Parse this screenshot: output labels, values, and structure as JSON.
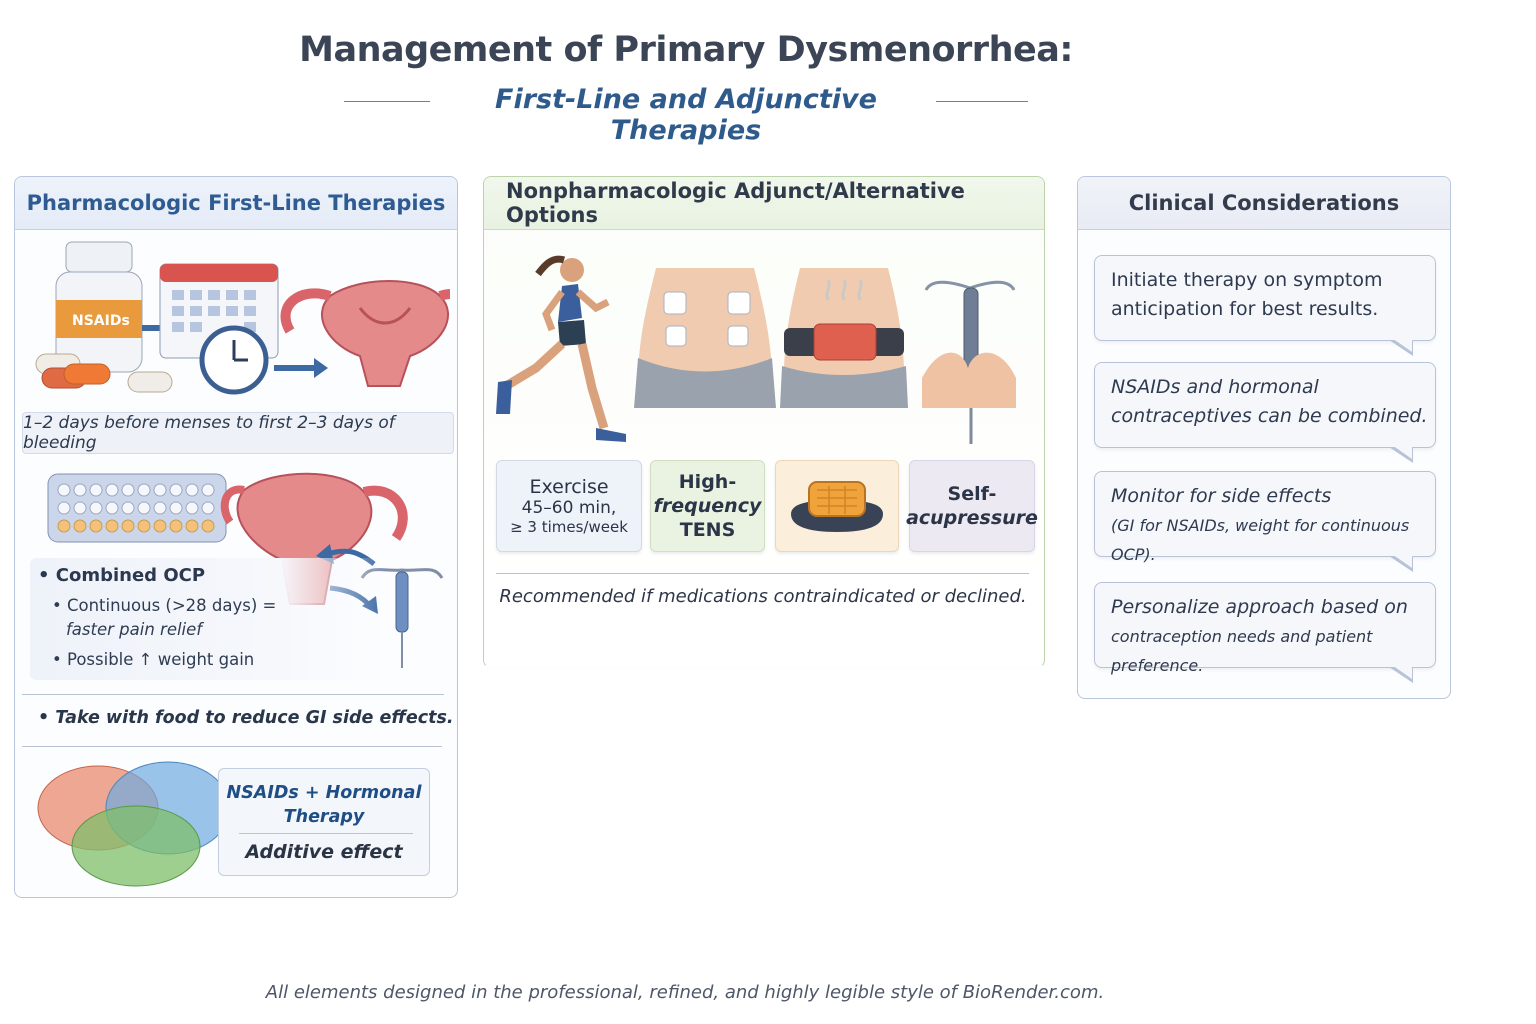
{
  "header": {
    "title": "Management of Primary Dysmenorrhea:",
    "subtitle": "First-Line and Adjunctive Therapies"
  },
  "pharmacologic": {
    "heading": "Pharmacologic First-Line Therapies",
    "bottle_label": "NSAIDs",
    "timing": "1–2 days before menses to first 2–3 days of bleeding",
    "ocp_heading": "• Combined OCP",
    "ocp_points": [
      "• Continuous (>28 days) =",
      "faster pain relief",
      "• Possible ↑ weight gain"
    ],
    "food_note": "• Take with food to reduce GI side effects.",
    "combo_title": "NSAIDs + Hormonal Therapy",
    "combo_effect": "Additive effect"
  },
  "nonpharmacologic": {
    "heading": "Nonpharmacologic Adjunct/Alternative Options",
    "options": [
      {
        "line1": "Exercise",
        "line2": "45–60 min,",
        "line3": "≥ 3 times/week"
      },
      {
        "line1": "High-",
        "line2": "frequency",
        "line3": "TENS"
      },
      {
        "line1": "Self-",
        "line2": "acupressure"
      }
    ],
    "note": "Recommended if medications contraindicated or declined."
  },
  "clinical": {
    "heading": "Clinical Considerations",
    "items": [
      {
        "text": "Initiate therapy on symptom anticipation for best results."
      },
      {
        "text": "NSAIDs and hormonal contraceptives can be combined."
      },
      {
        "text": "Monitor for side effects",
        "detail": "(GI for NSAIDs, weight for continuous OCP)."
      },
      {
        "text": "Personalize approach based on",
        "detail": "contraception needs and patient preference."
      }
    ]
  },
  "footer": "All elements designed in the professional, refined, and highly legible style of BioRender.com.",
  "colors": {
    "accent_blue": "#2f5b8c",
    "green_panel": "#e8f2e1",
    "uterus": "#d9646a"
  }
}
